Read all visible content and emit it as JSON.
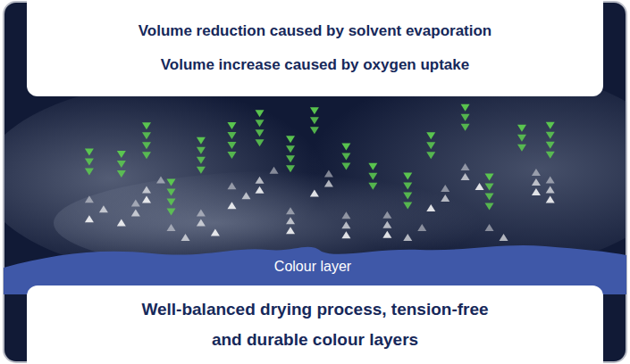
{
  "diagram": {
    "nodes": [
      {
        "text": [
          "Volume reduction caused by solvent evaporation",
          "Volume increase caused by oxygen uptake"
        ]
      },
      {
        "text": [
          "Colour layer"
        ]
      },
      {
        "text": [
          "Well-balanced drying process, tension-free and durable colour layers"
        ]
      }
    ]
  }
}
